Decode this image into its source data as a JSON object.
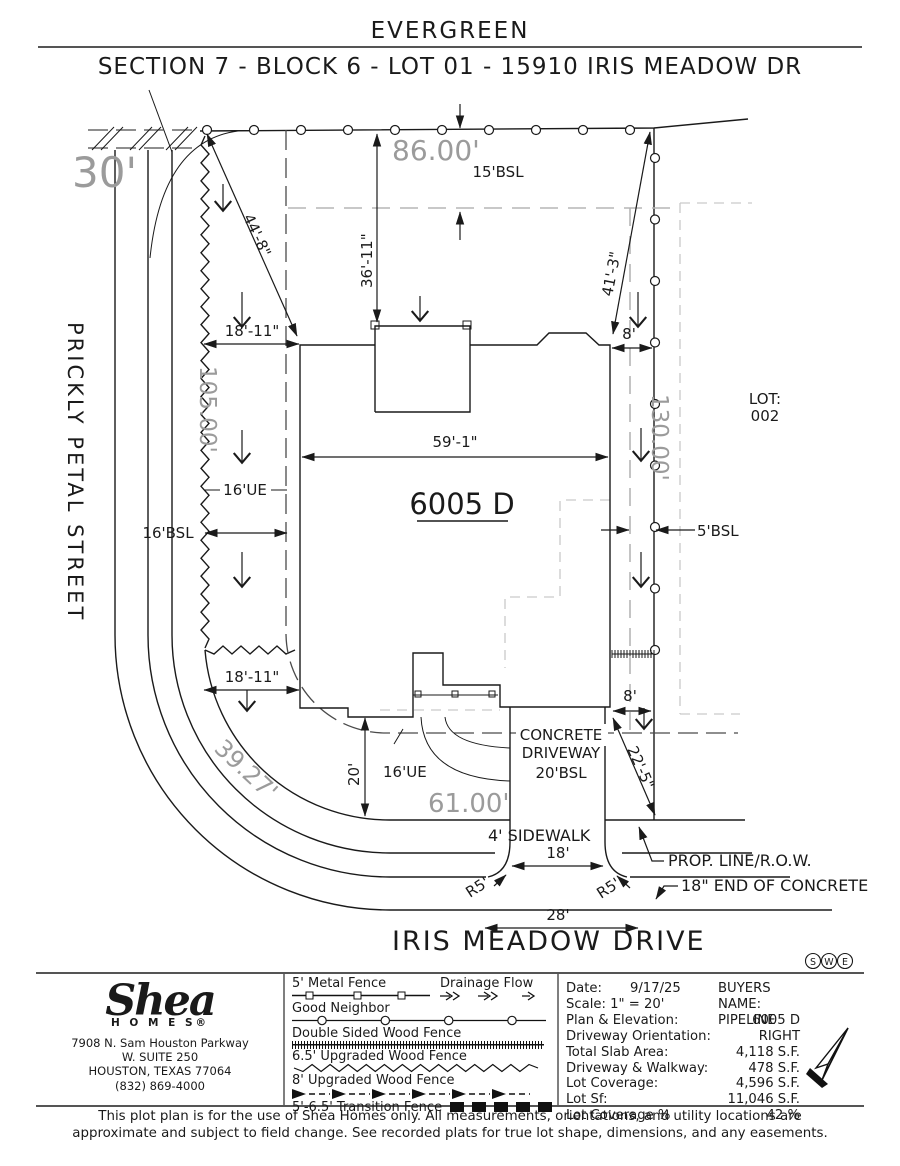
{
  "title": {
    "community": "EVERGREEN",
    "lot_line": "SECTION 7 - BLOCK 6 - LOT 01 - 15910 IRIS MEADOW DR"
  },
  "streets": {
    "left": "PRICKLY PETAL STREET",
    "bottom": "IRIS MEADOW DRIVE"
  },
  "plan": {
    "house_plan": "6005 D",
    "lot_label": "LOT:",
    "lot_number": "002",
    "front_dim": "86.00'",
    "left_dim": "105.00'",
    "right_dim": "130.00'",
    "street_dim": "61.00'",
    "corner_dim": "39.27'",
    "street_width": "30'",
    "rear_left_diag": "44'-8\"",
    "rear_center": "36'-11\"",
    "rear_right_diag": "41'-3\"",
    "rear_bsl": "15'BSL",
    "side_top": "18'-11\"",
    "side_bottom": "18'-11\"",
    "side_ue": "16'UE",
    "side_bsl": "16'BSL",
    "house_width": "59'-1\"",
    "right_top": "8'",
    "right_bottom": "8'",
    "right_bsl": "5'BSL",
    "front_setback": "20'",
    "front_ue": "16'UE",
    "drive_diag": "22'-5\"",
    "driveway_note_1": "CONCRETE",
    "driveway_note_2": "DRIVEWAY",
    "driveway_note_3": "20'BSL",
    "sidewalk": "4' SIDEWALK",
    "drive_width": "18'",
    "apron_width": "28'",
    "radius_left": "R5'",
    "radius_right": "R5'",
    "prop_line": "PROP. LINE/R.O.W.",
    "end_concrete": "18\" END OF CONCRETE",
    "compass_s": "S",
    "compass_w": "W",
    "compass_e": "E"
  },
  "legend": {
    "metal": "5' Metal Fence",
    "drainage": "Drainage Flow",
    "good_neighbor": "Good Neighbor",
    "double_sided": "Double Sided Wood Fence",
    "upgraded_65": "6.5' Upgraded Wood Fence",
    "upgraded_8": "8' Upgraded Wood Fence",
    "transition": "5'-6.5' Transition Fence"
  },
  "info": {
    "date_label": "Date:",
    "date_value": "9/17/25",
    "scale_label": "Scale: 1\" = 20'",
    "buyers_label": "BUYERS NAME:",
    "buyers_value": "PIPELINE",
    "rows": [
      {
        "label": "Plan & Elevation:",
        "value": "6005 D"
      },
      {
        "label": "Driveway Orientation:",
        "value": "RIGHT"
      },
      {
        "label": "Total Slab Area:",
        "value": "4,118 S.F."
      },
      {
        "label": "Driveway & Walkway:",
        "value": "478 S.F."
      },
      {
        "label": "Lot Coverage:",
        "value": "4,596 S.F."
      },
      {
        "label": "Lot Sf:",
        "value": "11,046 S.F."
      },
      {
        "label": "Lot Coverage %",
        "value": "42 %"
      }
    ]
  },
  "builder": {
    "name": "Shea",
    "sub": "H O M E S®",
    "address1": "7908 N. Sam Houston Parkway",
    "address2": "W. SUITE 250",
    "address3": "HOUSTON, TEXAS 77064",
    "phone": "(832) 869-4000"
  },
  "disclaimer_1": "This plot plan is for the use of Shea Homes only. All measurements, orientations, and utility locations are",
  "disclaimer_2": "approximate and subject to field change. See recorded plats for true lot shape, dimensions, and any easements."
}
